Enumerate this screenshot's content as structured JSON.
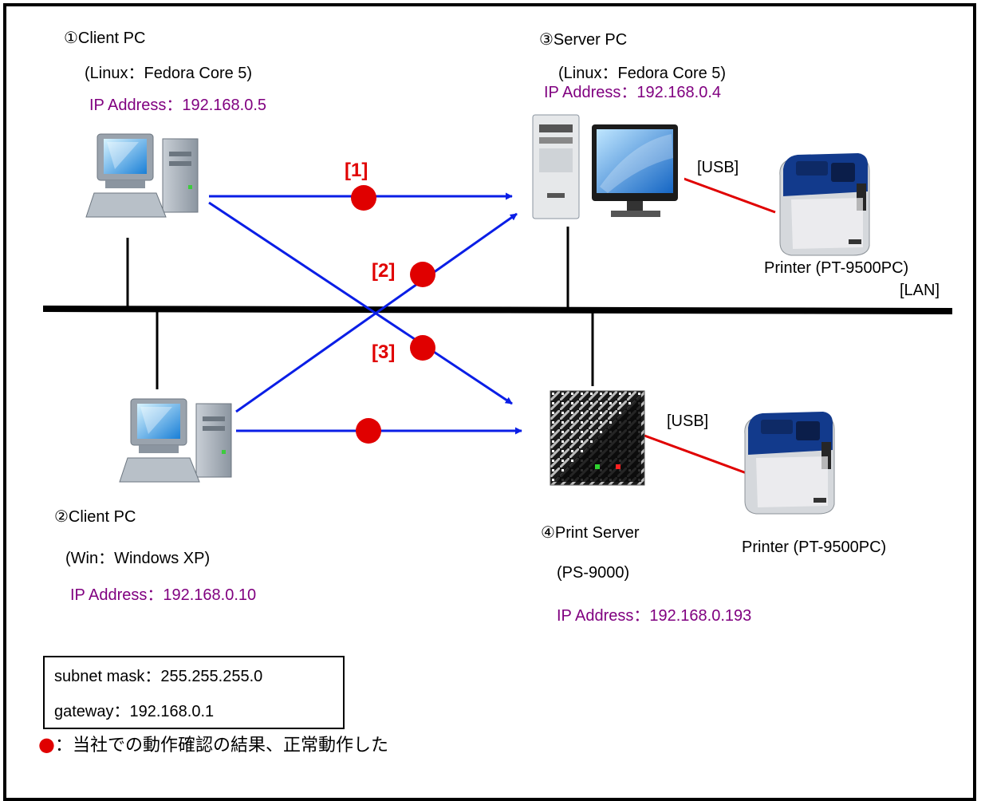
{
  "nodes": {
    "client1": {
      "title": "①Client PC",
      "os": "(Linux：Fedora Core 5)",
      "ip": "IP Address：192.168.0.5",
      "icon": "client-pc-icon"
    },
    "client2": {
      "title": "②Client PC",
      "os": "(Win：Windows XP)",
      "ip": "IP Address：192.168.0.10",
      "icon": "client-pc-icon"
    },
    "server": {
      "title": "③Server PC",
      "os": "(Linux：Fedora Core 5)",
      "ip": "IP Address：192.168.0.4",
      "icon": "server-pc-icon"
    },
    "print_server": {
      "title": "④Print Server",
      "model": "(PS-9000)",
      "ip": "IP Address：192.168.0.193",
      "icon": "print-server-icon"
    },
    "printer_top": {
      "label": "Printer (PT-9500PC)",
      "icon": "label-printer-icon"
    },
    "printer_bottom": {
      "label": "Printer (PT-9500PC)",
      "icon": "label-printer-icon"
    }
  },
  "connections": {
    "usb_top": "[USB]",
    "usb_bottom": "[USB]",
    "lan": "[LAN]"
  },
  "routes": [
    {
      "label": "[1]",
      "from": "client1",
      "to": "server"
    },
    {
      "label": "[2]",
      "from": "client2",
      "to": "server"
    },
    {
      "label": "[3]",
      "from": "client1",
      "to": "print_server"
    },
    {
      "label": "",
      "from": "client2",
      "to": "print_server"
    }
  ],
  "network": {
    "subnet": "subnet mask：255.255.255.0",
    "gateway": "gateway：192.168.0.1"
  },
  "legend": {
    "symbol": "●",
    "text": "：当社での動作確認の結果、正常動作した"
  },
  "colors": {
    "route": "#0a1ee6",
    "ok_marker": "#e00000",
    "usb_cable": "#e00000",
    "ip_text": "#800080",
    "route_label": "#e00000"
  }
}
